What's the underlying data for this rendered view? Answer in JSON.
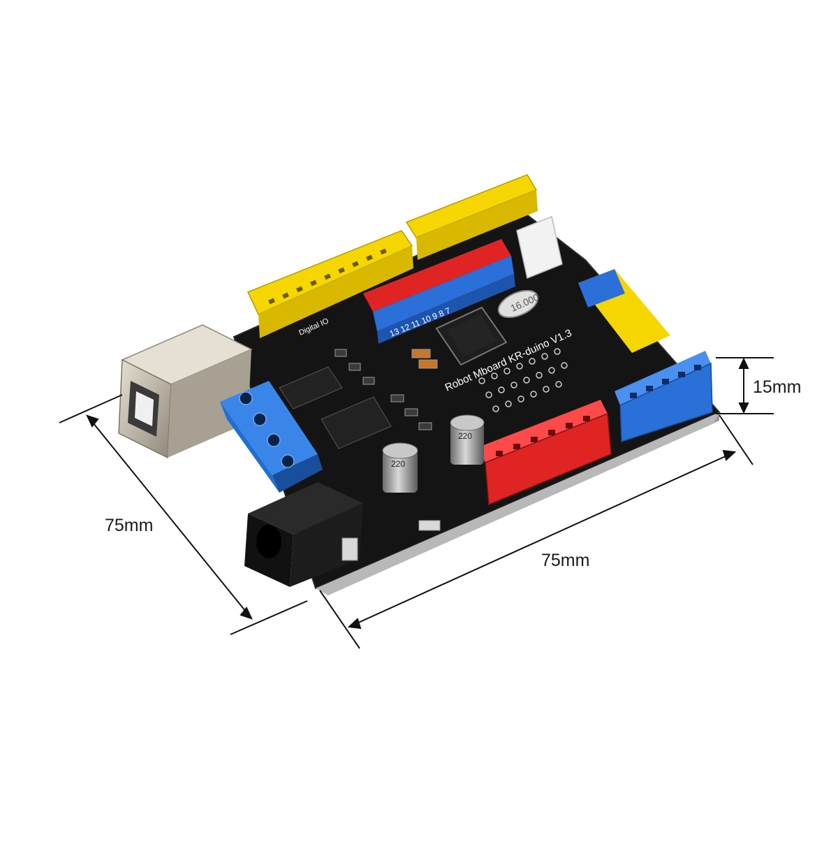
{
  "dimensions": {
    "width_label": "75mm",
    "depth_label": "75mm",
    "height_label": "15mm"
  },
  "board_text": {
    "silk_model": "Robot Mboard KR-duino V1.3",
    "silk_digital": "Digital IO",
    "pin_numbers": "13 12 11 10 9 8 7",
    "crystal": "16.000",
    "cap_left": "220",
    "cap_right": "220"
  },
  "colors": {
    "board": "#141414",
    "yellow_header": "#f5d600",
    "blue_header": "#2b6fd8",
    "red_header": "#e02424",
    "usb_silver": "#c8c0b0",
    "terminal_blue": "#1f6fd6"
  }
}
